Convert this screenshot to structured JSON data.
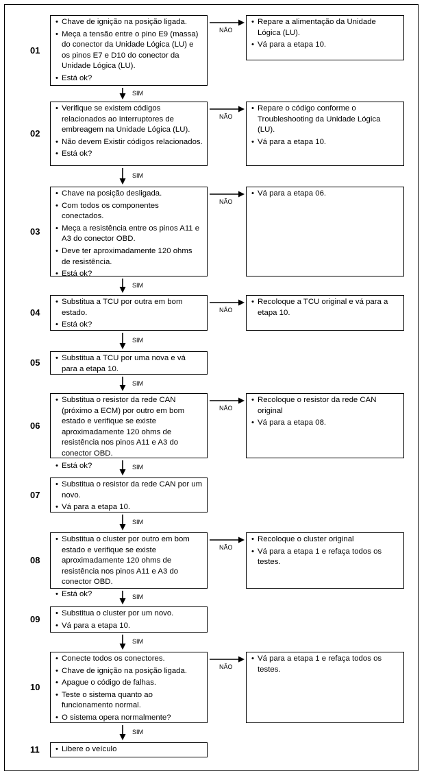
{
  "no_label": "NÃO",
  "yes_label": "SIM",
  "steps": [
    {
      "num": "01",
      "left": [
        "Chave de ignição na posição ligada.",
        "Meça a tensão entre o pino E9 (massa) do conector da Unidade Lógica (LU) e os pinos E7 e D10 do conector da Unidade Lógica (LU).",
        "Está ok?"
      ],
      "right": [
        "Repare a alimentação da Unidade Lógica (LU).",
        "Vá para a etapa 10."
      ]
    },
    {
      "num": "02",
      "left": [
        "Verifique se existem códigos relacionados ao Interruptores de embreagem na Unidade Lógica (LU).",
        "Não devem Existir códigos relacionados.",
        "Está ok?"
      ],
      "right": [
        "Repare o código conforme o Troubleshooting da Unidade Lógica (LU).",
        "Vá para a etapa 10."
      ]
    },
    {
      "num": "03",
      "left": [
        "Chave na posição desligada.",
        "Com todos os componentes conectados.",
        "Meça a resistência entre os pinos A11 e A3 do conector OBD.",
        "Deve ter aproximadamente 120 ohms de resistência.",
        "Está ok?"
      ],
      "right": [
        "Vá para a etapa 06."
      ]
    },
    {
      "num": "04",
      "left": [
        "Substitua a TCU por outra em bom estado.",
        "Está ok?"
      ],
      "right": [
        "Recoloque a TCU original e vá para a etapa 10."
      ]
    },
    {
      "num": "05",
      "left": [
        "Substitua a TCU por uma nova e vá para a etapa 10."
      ],
      "right": []
    },
    {
      "num": "06",
      "left": [
        "Substitua o resistor da rede CAN (próximo a ECM) por outro em bom estado e verifique se existe aproximadamente 120 ohms de resistência nos pinos A11 e A3 do conector OBD.",
        "Está ok?"
      ],
      "right": [
        "Recoloque o resistor da rede CAN original",
        "Vá para a etapa 08."
      ]
    },
    {
      "num": "07",
      "left": [
        "Substitua o resistor da rede CAN por um novo.",
        "Vá para a etapa 10."
      ],
      "right": []
    },
    {
      "num": "08",
      "left": [
        "Substitua o cluster por outro em bom estado e verifique se existe aproximadamente 120 ohms de resistência nos pinos A11 e A3 do conector OBD.",
        "Está ok?"
      ],
      "right": [
        "Recoloque o cluster original",
        "Vá para a etapa 1 e refaça todos os testes."
      ]
    },
    {
      "num": "09",
      "left": [
        "Substitua o cluster por um novo.",
        "Vá para a etapa 10."
      ],
      "right": []
    },
    {
      "num": "10",
      "left": [
        "Conecte todos os conectores.",
        "Chave de ignição na posição ligada.",
        "Apague o código de falhas.",
        "Teste o sistema quanto ao funcionamento normal.",
        "O sistema opera normalmente?"
      ],
      "right": [
        "Vá para a etapa 1 e refaça todos os testes."
      ]
    },
    {
      "num": "11",
      "left": [
        "Libere o veículo"
      ],
      "right": []
    }
  ]
}
